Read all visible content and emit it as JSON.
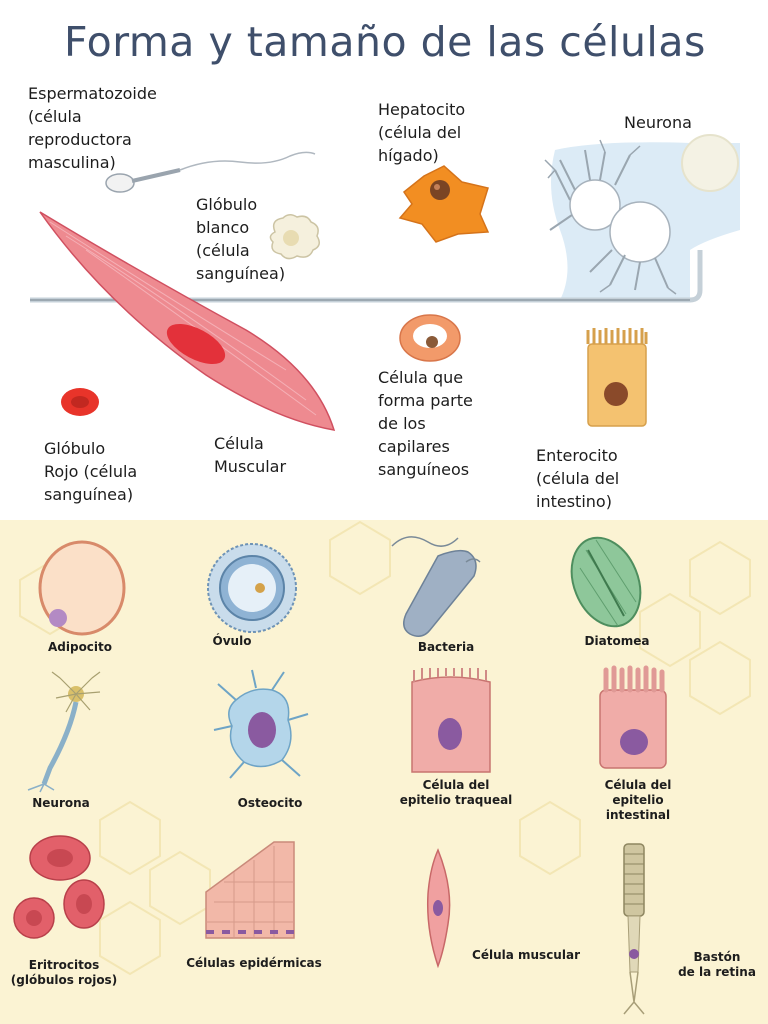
{
  "title": "Forma y tamaño de las células",
  "top_labels": {
    "espermatozoide": [
      "Espermatozoide",
      "(célula",
      "reproductora",
      "masculina)"
    ],
    "hepatocito": [
      "Hepatocito",
      "(célula del",
      "hígado)"
    ],
    "neurona": [
      "Neurona"
    ],
    "globulo_blanco": [
      "Glóbulo",
      "blanco",
      "(célula",
      "sanguínea)"
    ],
    "globulo_rojo": [
      "Glóbulo",
      "Rojo (célula",
      "sanguínea)"
    ],
    "celula_muscular": [
      "Célula",
      "Muscular"
    ],
    "capilares": [
      "Célula que",
      "forma parte",
      "de los",
      "capilares",
      "sanguíneos"
    ],
    "enterocito": [
      "Enterocito",
      "(célula del",
      "intestino)"
    ]
  },
  "bottom_labels": {
    "adipocito": [
      "Adipocito"
    ],
    "ovulo": [
      "Óvulo"
    ],
    "bacteria": [
      "Bacteria"
    ],
    "diatomea": [
      "Diatomea"
    ],
    "neurona": [
      "Neurona"
    ],
    "osteocito": [
      "Osteocito"
    ],
    "epitelio_traqueal": [
      "Célula del",
      "epitelio traqueal"
    ],
    "epitelio_intestinal": [
      "Célula del",
      "epitelio",
      "intestinal"
    ],
    "eritrocitos": [
      "Eritrocitos",
      "(glóbulos rojos)"
    ],
    "epidermicas": [
      "Células epidérmicas"
    ],
    "muscular": [
      "Célula muscular"
    ],
    "baston": [
      "Bastón",
      "de la retina"
    ]
  },
  "colors": {
    "title": "#3f4f6b",
    "bottom_background": "#fbf3d3",
    "red_cell": "#e23a2a",
    "hepatocyte": "#f08a22",
    "muscle": "#e86070",
    "nucleus": "#8a5aa0"
  }
}
